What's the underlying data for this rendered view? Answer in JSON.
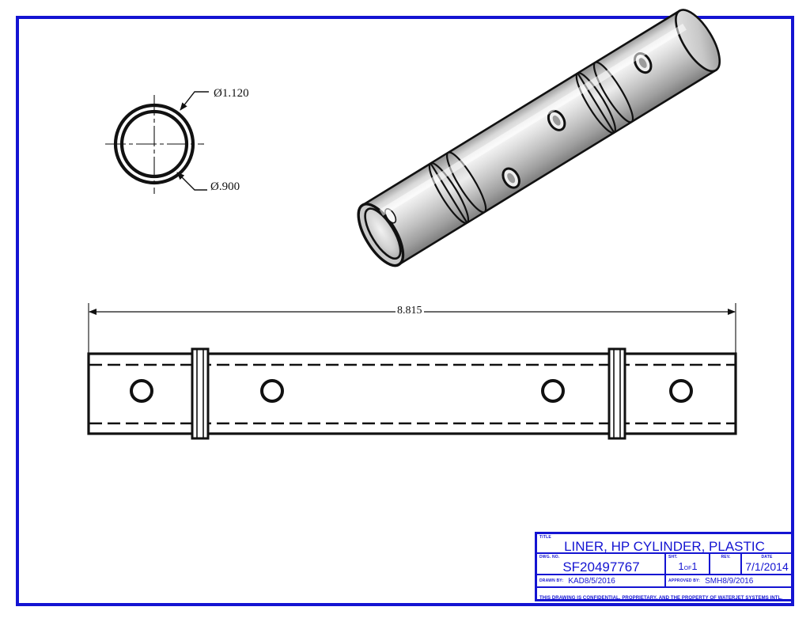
{
  "sheet": {
    "border_color": "#1414d2",
    "background": "#ffffff"
  },
  "views": {
    "section_view": {
      "name": "end-section-view",
      "outer_diameter_label": "Ø1.120",
      "inner_diameter_label": "Ø.900",
      "outer_diameter_value": 1.12,
      "inner_diameter_value": 0.9
    },
    "iso_view": {
      "name": "isometric-pictorial-view",
      "description": "shaded 3D tube"
    },
    "side_view": {
      "name": "side-elevation-view",
      "overall_length_label": "8.815",
      "overall_length_value": 8.815,
      "hole_count": 4,
      "collar_count": 2
    }
  },
  "title_block": {
    "title_label": "TITLE",
    "title_value": "LINER, HP CYLINDER, PLASTIC",
    "dwg_no_label": "DWG. NO.",
    "dwg_no_value": "SF20497767",
    "sht_label": "SHT.",
    "sht_number": "1",
    "sht_of": "OF",
    "sht_total": "1",
    "rev_label": "REV.",
    "rev_value": "",
    "date_label": "DATE",
    "date_value": "7/1/2014",
    "drawn_by_label": "DRAWN BY:",
    "drawn_by_initials": "KAD",
    "drawn_by_date": "8/5/2016",
    "approved_by_label": "APPROVED BY:",
    "approved_by_initials": "SMH",
    "approved_by_date": "8/9/2016",
    "confidential_note": "THIS DRAWING IS CONFIDENTIAL, PROPRIETARY, AND THE PROPERTY OF WATERJET SYSTEMS INTL."
  }
}
